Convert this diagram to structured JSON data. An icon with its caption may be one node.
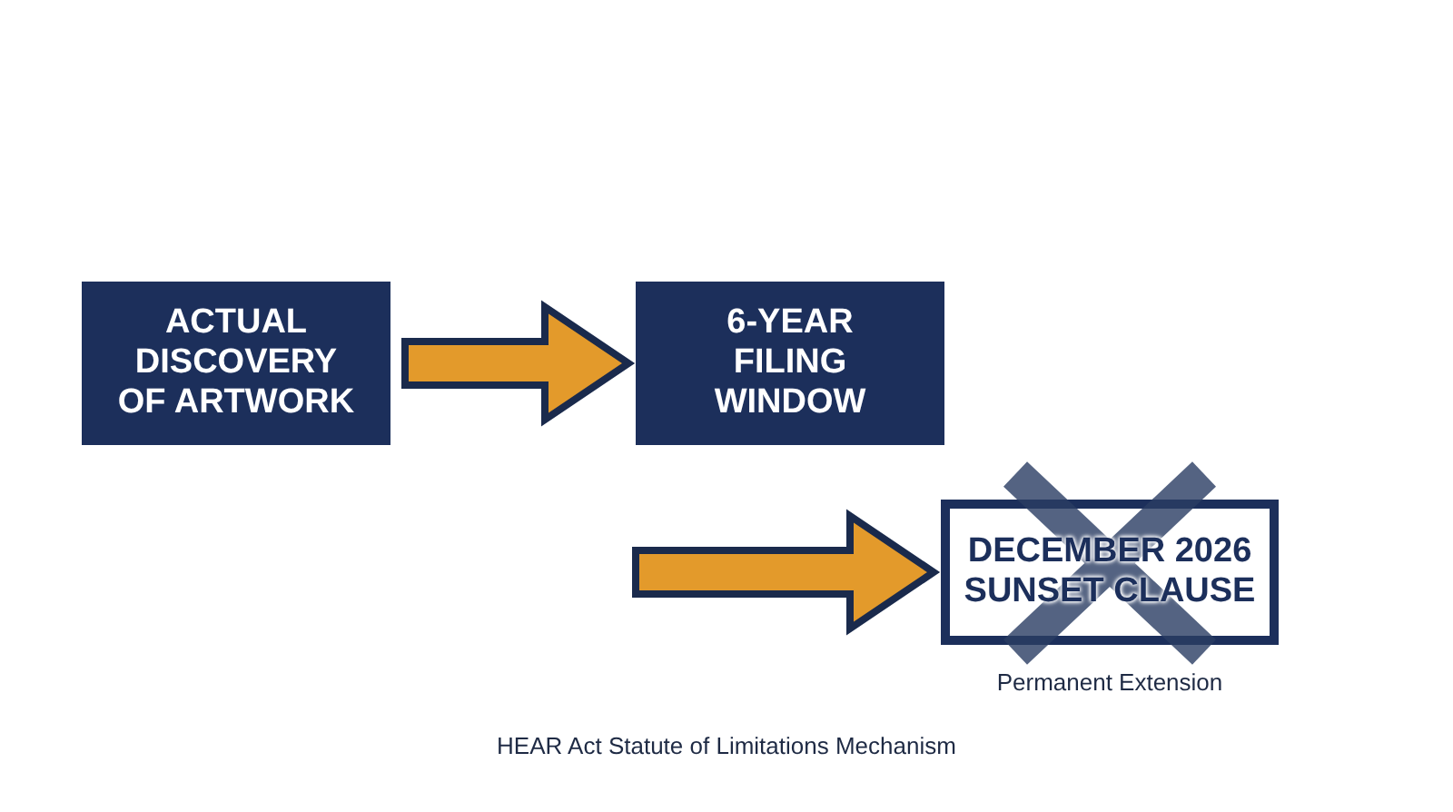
{
  "diagram": {
    "caption": "HEAR Act Statute of Limitations Mechanism",
    "nodes": [
      {
        "text": [
          "ACTUAL DISCOVERY OF ARTWORK"
        ]
      },
      {
        "text": [
          "6-YEAR FILING WINDOW"
        ]
      },
      {
        "text": [
          "DECEMBER 2026 SUNSET CLAUSE"
        ],
        "beside": [
          "Permanent Extension"
        ]
      }
    ],
    "edges": [
      {
        "from": 0,
        "to": 1,
        "arrow": "to"
      },
      {
        "from": null,
        "to": 2,
        "arrow": "to"
      }
    ]
  }
}
